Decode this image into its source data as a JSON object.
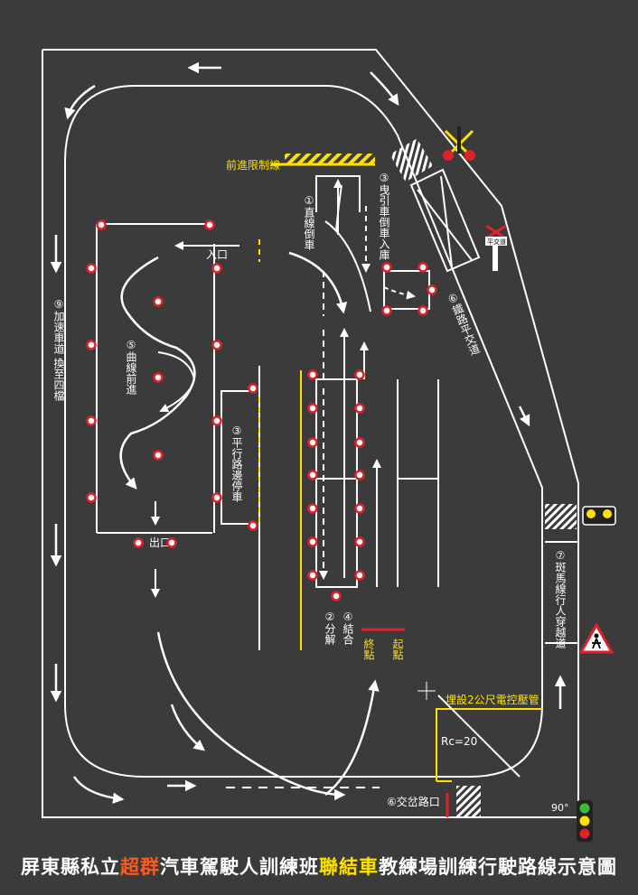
{
  "colors": {
    "background": "#3b3b3b",
    "line": "#ffffff",
    "yellow": "#ffe100",
    "cone": "#e0202a",
    "orange_highlight": "#ff5a1e"
  },
  "labels": {
    "forward_limit": "前進限制線",
    "straight_reverse": "①直線倒車",
    "trailer_reverse": "③曳引車倒車入庫",
    "entrance": "入口",
    "exit": "出口",
    "curve_forward": "⑤曲線前進",
    "parallel_parking": "③平行路邊停車",
    "split": "②分解",
    "combine": "④結合",
    "end_point": "終點",
    "start_point": "起點",
    "railroad_crossing": "⑥鐵路平交道",
    "accelerate": "⑨加速車道 換至四檔",
    "crosswalk": "⑦斑馬線行人穿越道",
    "conduit": "埋設2公尺電控壓管",
    "rc": "Rc=20",
    "intersection": "⑥交岔路口",
    "angle": "90°",
    "rail_sign": "平交道"
  },
  "title": {
    "prefix": "屏東縣私立",
    "brand": "超群",
    "middle": "汽車駕駛人訓練班",
    "highlight": "聯結車",
    "suffix": "教練場訓練行駛路線示意圖"
  },
  "icons": {
    "railroad_signal": "railroad-signal-icon",
    "crossing_sign": "railroad-crossing-sign-icon",
    "pedestrian_sign": "pedestrian-warning-icon",
    "caution_light": "caution-light-icon",
    "traffic_light": "traffic-light-icon"
  }
}
